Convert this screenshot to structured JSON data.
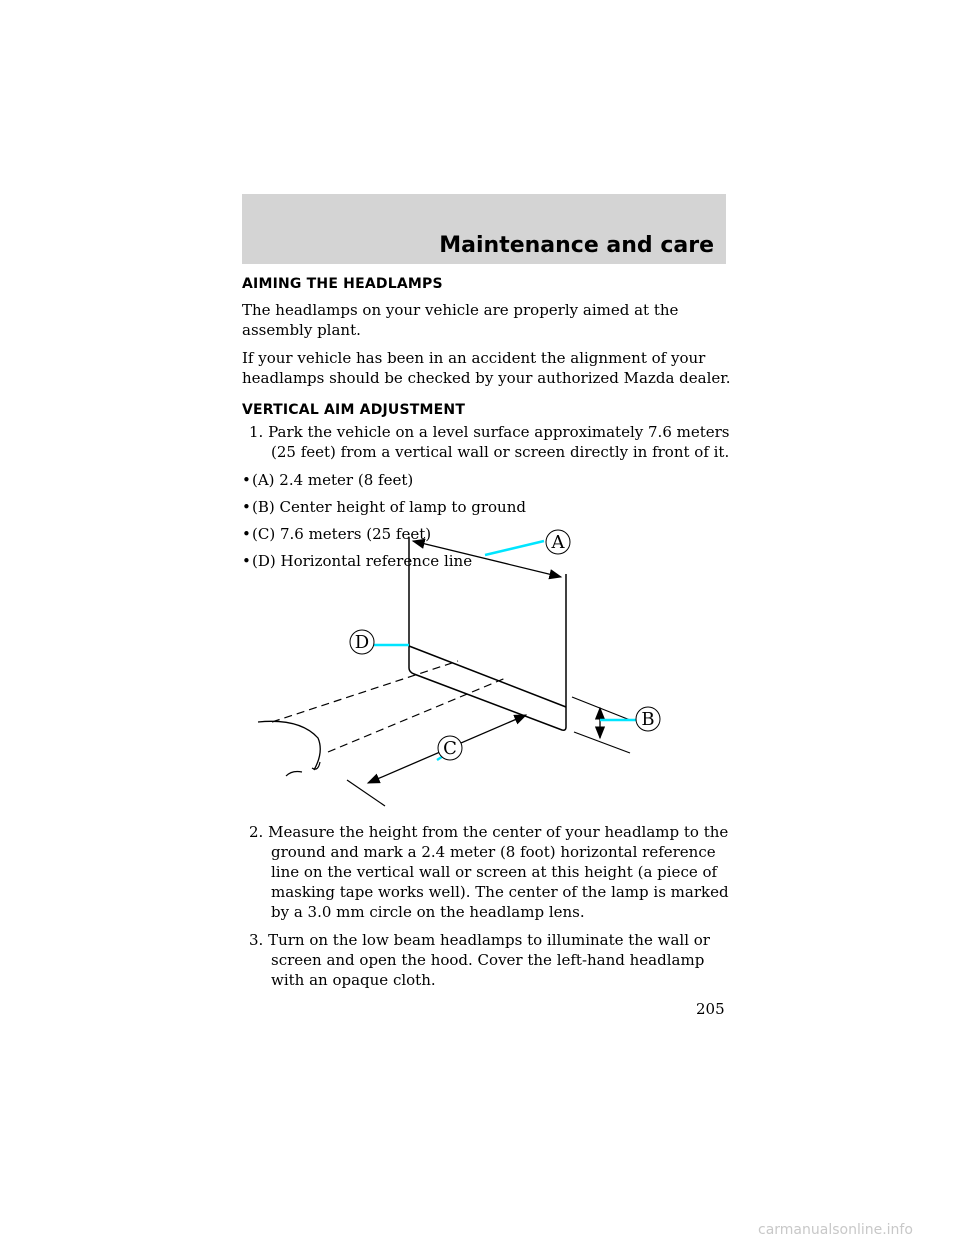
{
  "header": {
    "title": "Maintenance and care"
  },
  "sections": {
    "aiming": {
      "heading": "AIMING THE HEADLAMPS",
      "para1": "The headlamps on your vehicle are properly aimed at the assembly plant.",
      "para2": "If your vehicle has been in an accident the alignment of your headlamps should be checked by your authorized Mazda dealer."
    },
    "vertical": {
      "heading": "VERTICAL AIM ADJUSTMENT",
      "step1": "1. Park the vehicle on a level surface approximately 7.6 meters (25 feet) from a vertical wall or screen directly in front of it.",
      "bullets": [
        "(A) 2.4 meter (8 feet)",
        "(B) Center height of lamp to ground",
        "(C) 7.6 meters (25 feet)",
        "(D) Horizontal reference line"
      ],
      "step2": "2. Measure the height from the center of your headlamp to the ground and mark a 2.4 meter (8 foot) horizontal reference line on the vertical wall or screen at this height (a piece of masking tape works well). The center of the lamp is marked by a 3.0 mm circle on the headlamp lens.",
      "step3": "3. Turn on the low beam headlamps to illuminate the wall or screen and open the hood. Cover the left-hand headlamp with an opaque cloth."
    }
  },
  "diagram": {
    "labels": {
      "a": "A",
      "b": "B",
      "c": "C",
      "d": "D"
    },
    "leader_color": "#00e5ff"
  },
  "page_number": "205",
  "watermark": "carmanualsonline.info"
}
